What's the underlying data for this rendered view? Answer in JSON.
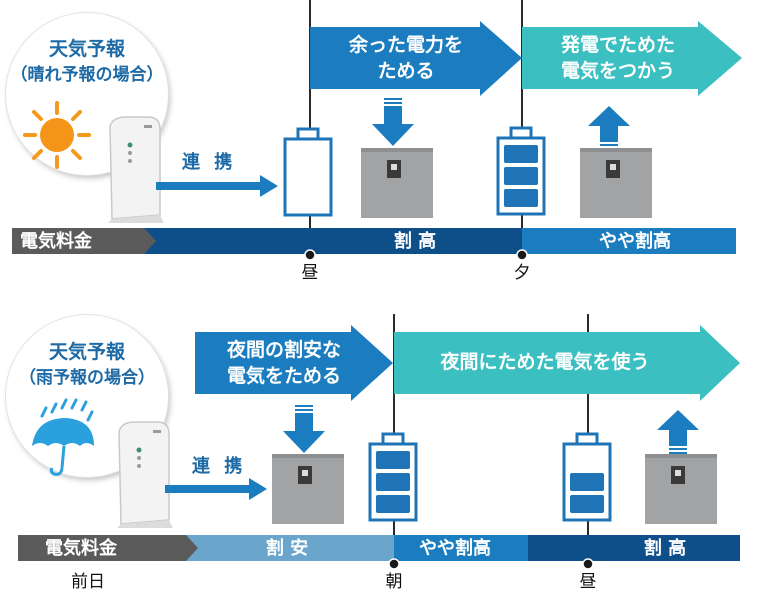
{
  "colors": {
    "dark_blue": "#0e4f8a",
    "mid_blue": "#1b7dbf",
    "teal": "#3bbfc0",
    "light_blue": "#6aa6cc",
    "gray": "#5b5b5b",
    "battery_fill": "#1e74b7"
  },
  "top": {
    "bubble_lines": [
      "天気予報",
      "（晴れ予報の場合）"
    ],
    "weather_icon": "sun-icon",
    "link_label": "連 携",
    "arrow_store_lines": [
      "余った電力を",
      "ためる"
    ],
    "arrow_use_lines": [
      "発電でためた",
      "電気をつかう"
    ],
    "bar_label": "電気料金",
    "bar_segments": [
      "割 高",
      "やや割高"
    ],
    "time_labels": [
      "昼",
      "夕"
    ],
    "battery_levels": [
      0,
      3
    ]
  },
  "bottom": {
    "bubble_lines": [
      "天気予報",
      "（雨予報の場合）"
    ],
    "weather_icon": "umbrella-rain-icon",
    "link_label": "連 携",
    "arrow_store_lines": [
      "夜間の割安な",
      "電気をためる"
    ],
    "arrow_use_text": "夜間にためた電気を使う",
    "bar_label": "電気料金",
    "bar_segments": [
      "割 安",
      "やや割高",
      "割 高"
    ],
    "time_labels": [
      "前日",
      "朝",
      "昼"
    ],
    "battery_levels": [
      3,
      2
    ]
  }
}
